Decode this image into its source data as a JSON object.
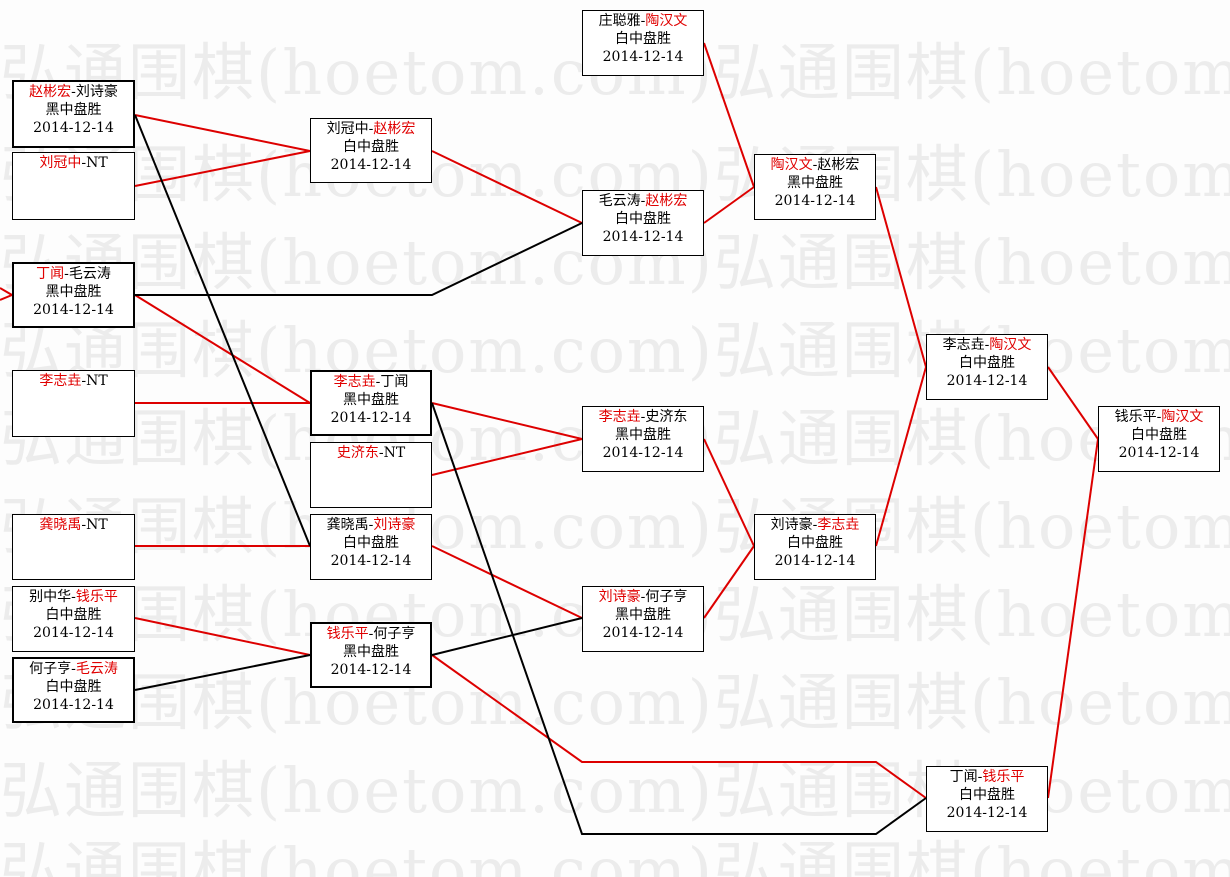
{
  "watermark": "弘通围棋(hoetom.com)",
  "colors": {
    "win_line": "#dd0000",
    "loss_line": "#000000",
    "winner_text": "#e00000"
  },
  "matches": [
    {
      "id": "r1m1",
      "p1": "赵彬宏",
      "p2": "刘诗豪",
      "winner": 1,
      "result": "黑中盘胜",
      "date": "2014-12-14"
    },
    {
      "id": "r1m2",
      "p1": "刘冠中",
      "p2": "NT",
      "winner": 1,
      "result": "",
      "date": ""
    },
    {
      "id": "r1m3",
      "p1": "丁闻",
      "p2": "毛云涛",
      "winner": 1,
      "result": "黑中盘胜",
      "date": "2014-12-14"
    },
    {
      "id": "r1m4",
      "p1": "李志垚",
      "p2": "NT",
      "winner": 1,
      "result": "",
      "date": ""
    },
    {
      "id": "r1m5",
      "p1": "龚晓禹",
      "p2": "NT",
      "winner": 1,
      "result": "",
      "date": ""
    },
    {
      "id": "r1m6",
      "p1": "别中华",
      "p2": "钱乐平",
      "winner": 2,
      "result": "白中盘胜",
      "date": "2014-12-14"
    },
    {
      "id": "r1m7",
      "p1": "何子亨",
      "p2": "毛云涛",
      "winner": 2,
      "result": "白中盘胜",
      "date": "2014-12-14"
    },
    {
      "id": "r2m1",
      "p1": "刘冠中",
      "p2": "赵彬宏",
      "winner": 2,
      "result": "白中盘胜",
      "date": "2014-12-14"
    },
    {
      "id": "r2m2",
      "p1": "李志垚",
      "p2": "丁闻",
      "winner": 1,
      "result": "黑中盘胜",
      "date": "2014-12-14"
    },
    {
      "id": "r2m3",
      "p1": "史济东",
      "p2": "NT",
      "winner": 1,
      "result": "",
      "date": ""
    },
    {
      "id": "r2m4",
      "p1": "龚晓禹",
      "p2": "刘诗豪",
      "winner": 2,
      "result": "白中盘胜",
      "date": "2014-12-14"
    },
    {
      "id": "r2m5",
      "p1": "钱乐平",
      "p2": "何子亨",
      "winner": 1,
      "result": "黑中盘胜",
      "date": "2014-12-14"
    },
    {
      "id": "r3m1",
      "p1": "庄聪雅",
      "p2": "陶汉文",
      "winner": 2,
      "result": "白中盘胜",
      "date": "2014-12-14"
    },
    {
      "id": "r3m2",
      "p1": "毛云涛",
      "p2": "赵彬宏",
      "winner": 2,
      "result": "白中盘胜",
      "date": "2014-12-14"
    },
    {
      "id": "r3m3",
      "p1": "李志垚",
      "p2": "史济东",
      "winner": 1,
      "result": "黑中盘胜",
      "date": "2014-12-14"
    },
    {
      "id": "r3m4",
      "p1": "刘诗豪",
      "p2": "何子亨",
      "winner": 1,
      "result": "黑中盘胜",
      "date": "2014-12-14"
    },
    {
      "id": "r4m1",
      "p1": "陶汉文",
      "p2": "赵彬宏",
      "winner": 1,
      "result": "黑中盘胜",
      "date": "2014-12-14"
    },
    {
      "id": "r4m2",
      "p1": "刘诗豪",
      "p2": "李志垚",
      "winner": 2,
      "result": "白中盘胜",
      "date": "2014-12-14"
    },
    {
      "id": "r4m3",
      "p1": "丁闻",
      "p2": "钱乐平",
      "winner": 2,
      "result": "白中盘胜",
      "date": "2014-12-14"
    },
    {
      "id": "r5m1",
      "p1": "李志垚",
      "p2": "陶汉文",
      "winner": 2,
      "result": "白中盘胜",
      "date": "2014-12-14"
    },
    {
      "id": "r6m1",
      "p1": "钱乐平",
      "p2": "陶汉文",
      "winner": 2,
      "result": "白中盘胜",
      "date": "2014-12-14"
    }
  ]
}
